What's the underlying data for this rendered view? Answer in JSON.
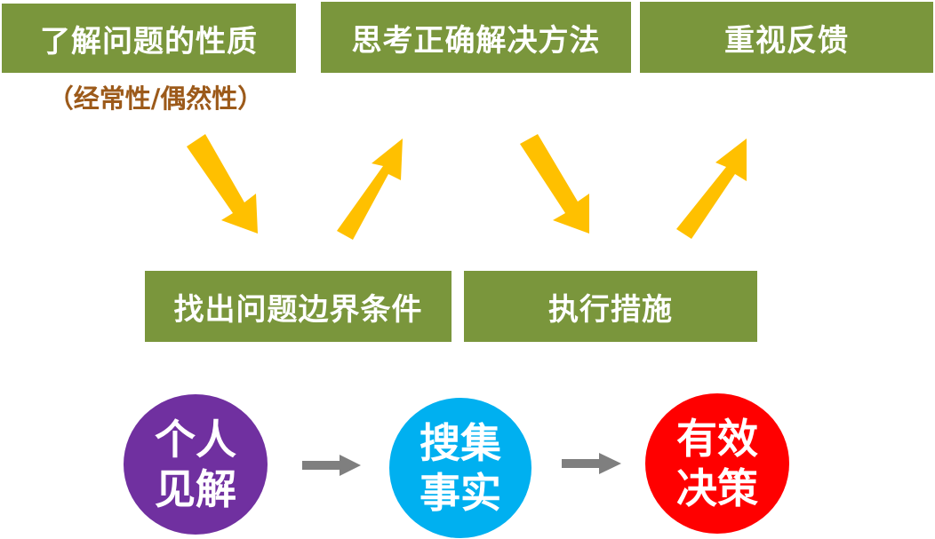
{
  "colors": {
    "box_fill": "#7a963c",
    "arrow_yellow": "#ffc000",
    "note_text": "#9c5a1a",
    "circle_purple": "#7030a0",
    "circle_blue": "#00b0f0",
    "circle_red": "#ff0000",
    "small_arrow_gray": "#7f7f7f"
  },
  "steps": [
    {
      "label": "了解问题的性质"
    },
    {
      "label": "思考正确解决方法"
    },
    {
      "label": "重视反馈"
    },
    {
      "label": "找出问题边界条件"
    },
    {
      "label": "执行措施"
    }
  ],
  "note": "（经常性/偶然性）",
  "circles": [
    {
      "line1": "个人",
      "line2": "见解"
    },
    {
      "line1": "搜集",
      "line2": "事实"
    },
    {
      "line1": "有效",
      "line2": "决策"
    }
  ]
}
